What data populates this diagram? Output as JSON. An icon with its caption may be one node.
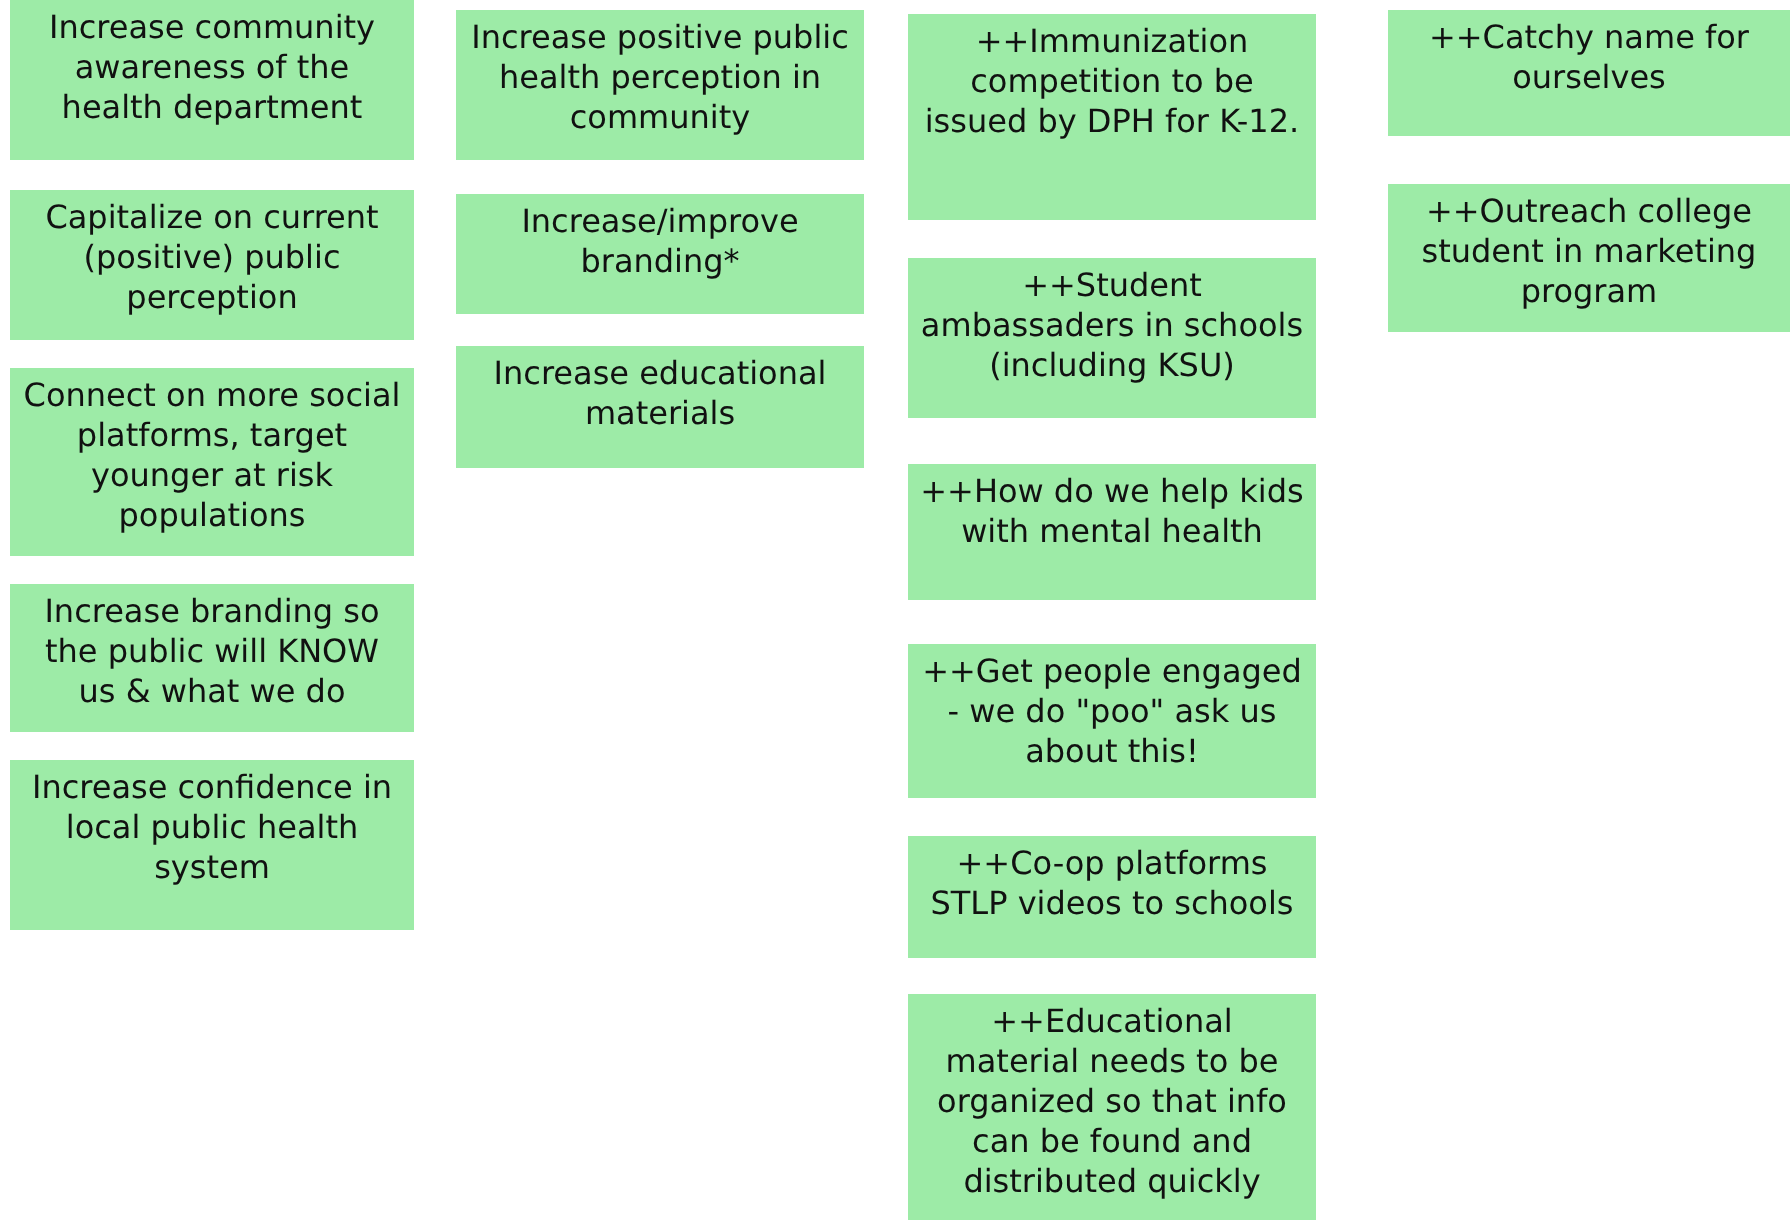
{
  "diagram": {
    "nodes": [
      {
        "text": [
          "Increase community awareness of the health department"
        ]
      },
      {
        "text": [
          "Capitalize on current (positive) public perception"
        ]
      },
      {
        "text": [
          "Connect on more social platforms, target younger at risk populations"
        ]
      },
      {
        "text": [
          "Increase branding so the public will KNOW us & what we do"
        ]
      },
      {
        "text": [
          "Increase confidence in local public health system"
        ]
      },
      {
        "text": [
          "Increase positive public health perception in community"
        ]
      },
      {
        "text": [
          "Increase/improve branding*"
        ]
      },
      {
        "text": [
          "Increase educational materials"
        ]
      },
      {
        "text": [
          "++Immunization competition to be issued by DPH for K-12."
        ]
      },
      {
        "text": [
          "++Student ambassaders in schools (including KSU)"
        ]
      },
      {
        "text": [
          "++How do we help kids with mental health"
        ]
      },
      {
        "text": [
          "++Get people engaged - we do \"poo\" ask us about this!"
        ]
      },
      {
        "text": [
          "++Co-op platforms STLP videos to schools"
        ]
      },
      {
        "text": [
          "++Educational material needs to be organized so that info can be found and distributed quickly"
        ]
      },
      {
        "text": [
          "++Catchy name for ourselves"
        ]
      },
      {
        "text": [
          "++Outreach college student in marketing program"
        ]
      }
    ]
  }
}
